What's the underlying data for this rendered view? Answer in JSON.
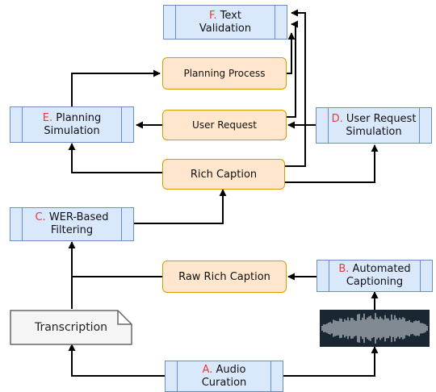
{
  "boxes": {
    "text_validation": {
      "letter": "F.",
      "line1": " Text",
      "line2": "Validation"
    },
    "planning_simulation": {
      "letter": "E.",
      "line1": " Planning",
      "line2": "Simulation"
    },
    "user_request_simulation": {
      "letter": "D.",
      "line1": " User Request",
      "line2": "Simulation"
    },
    "wer_filtering": {
      "letter": "C.",
      "line1": " WER-Based",
      "line2": "Filtering"
    },
    "automated_captioning": {
      "letter": "B.",
      "line1": " Automated",
      "line2": "Captioning"
    },
    "audio_curation": {
      "letter": "A.",
      "line1": " Audio",
      "line2": "Curation"
    }
  },
  "data_nodes": {
    "planning_process": "Planning Process",
    "user_request": "User Request",
    "rich_caption": "Rich Caption",
    "raw_rich_caption": "Raw Rich Caption",
    "transcription": "Transcription"
  },
  "colors": {
    "process_fill": "#dae8fc",
    "process_stroke": "#6c8ebf",
    "data_fill": "#ffe6cc",
    "data_stroke": "#d79b00",
    "letter": "#e83a3a",
    "waveform_bg": "#1a2733"
  },
  "icons": [
    "waveform-icon",
    "document-icon"
  ]
}
